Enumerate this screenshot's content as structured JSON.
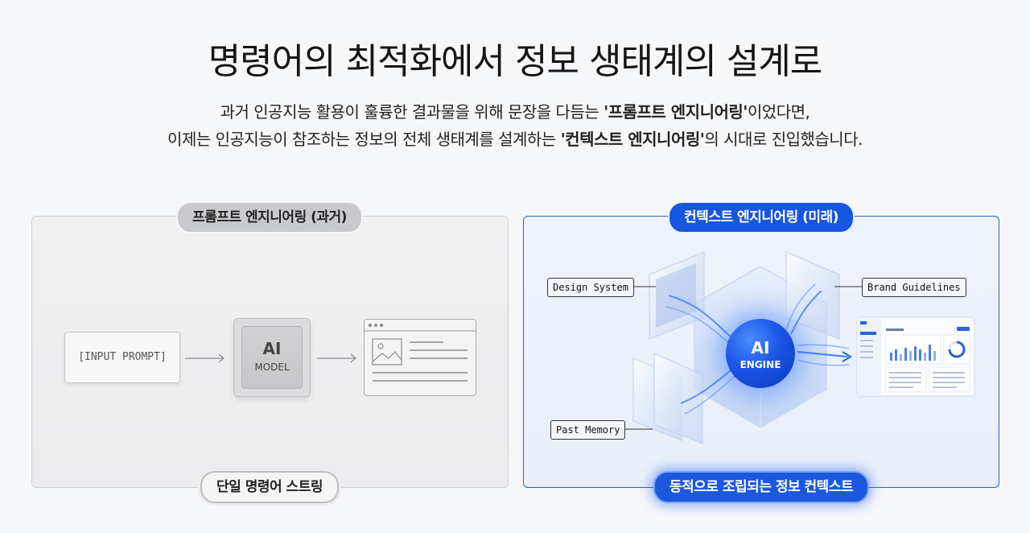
{
  "header": {
    "title": "명령어의 최적화에서 정보 생태계의 설계로",
    "subtitle_line1_pre": "과거 인공지능 활용이 훌륭한 결과물을 위해 문장을 다듬는 ",
    "subtitle_line1_bold": "'프롬프트 엔지니어링'",
    "subtitle_line1_post": "이었다면,",
    "subtitle_line2_pre": "이제는 인공지능이 참조하는 정보의 전체 생태계를 설계하는 ",
    "subtitle_line2_bold": "'컨텍스트 엔지니어링'",
    "subtitle_line2_post": "의 시대로 진입했습니다."
  },
  "left_panel": {
    "header_label": "프롬프트 엔지니어링 (과거)",
    "input_label": "[INPUT PROMPT]",
    "model_ai": "AI",
    "model_label": "MODEL",
    "footer_label": "단일 명령어 스트링"
  },
  "right_panel": {
    "header_label": "컨텍스트 엔지니어링 (미래)",
    "tag_design": "Design System",
    "tag_brand": "Brand Guidelines",
    "tag_past": "Past Memory",
    "engine_ai": "AI",
    "engine_label": "ENGINE",
    "footer_label": "동적으로 조립되는 정보 컨텍스트"
  },
  "colors": {
    "accent_blue": "#1756e0",
    "left_panel_border": "#cfd0d3",
    "right_panel_border": "#2a63d6"
  }
}
